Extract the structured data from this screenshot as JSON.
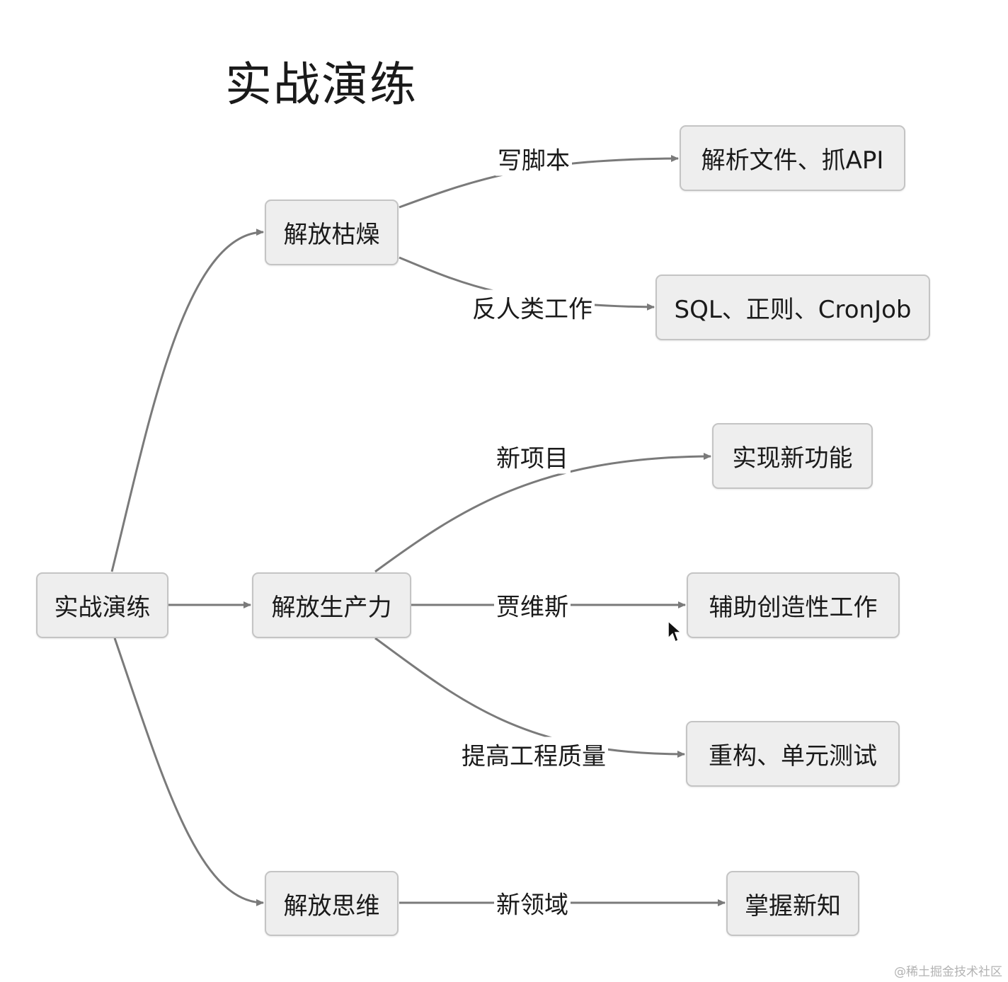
{
  "title": "实战演练",
  "nodes": {
    "root": "实战演练",
    "boring": "解放枯燥",
    "productivity": "解放生产力",
    "thinking": "解放思维",
    "parse": "解析文件、抓API",
    "sql": "SQL、正则、CronJob",
    "feature": "实现新功能",
    "creative": "辅助创造性工作",
    "refactor": "重构、单元测试",
    "knowledge": "掌握新知"
  },
  "edge_labels": {
    "script": "写脚本",
    "antihuman": "反人类工作",
    "newproject": "新项目",
    "jarvis": "贾维斯",
    "quality": "提高工程质量",
    "newdomain": "新领域"
  },
  "watermark": "@稀土掘金技术社区",
  "colors": {
    "edge": "#7a7a7a",
    "node_fill": "#eeeeee",
    "node_border": "#c4c4c4"
  }
}
